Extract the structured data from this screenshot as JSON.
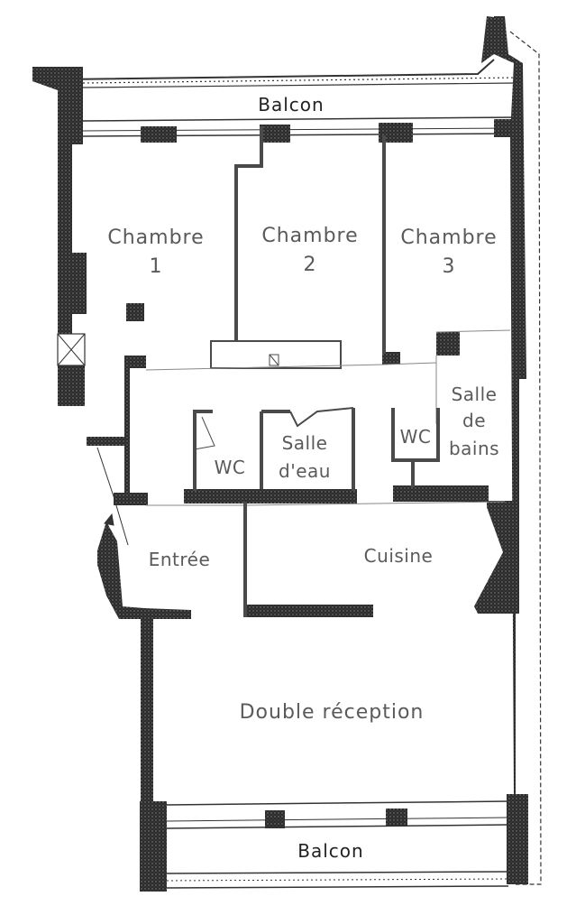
{
  "rooms": {
    "balcon_top": "Balcon",
    "chambre1_line1": "Chambre",
    "chambre1_line2": "1",
    "chambre2_line1": "Chambre",
    "chambre2_line2": "2",
    "chambre3_line1": "Chambre",
    "chambre3_line2": "3",
    "salle_bains_line1": "Salle",
    "salle_bains_line2": "de",
    "salle_bains_line3": "bains",
    "wc_left": "WC",
    "wc_right": "WC",
    "salle_eau_line1": "Salle",
    "salle_eau_line2": "d'eau",
    "entree": "Entrée",
    "cuisine": "Cuisine",
    "double_reception": "Double réception",
    "balcon_bottom": "Balcon"
  },
  "colors": {
    "wall": "#2b2b2b",
    "partition": "#4a4a4a",
    "label": "#5a5a5a",
    "balcon_label": "#222222"
  }
}
